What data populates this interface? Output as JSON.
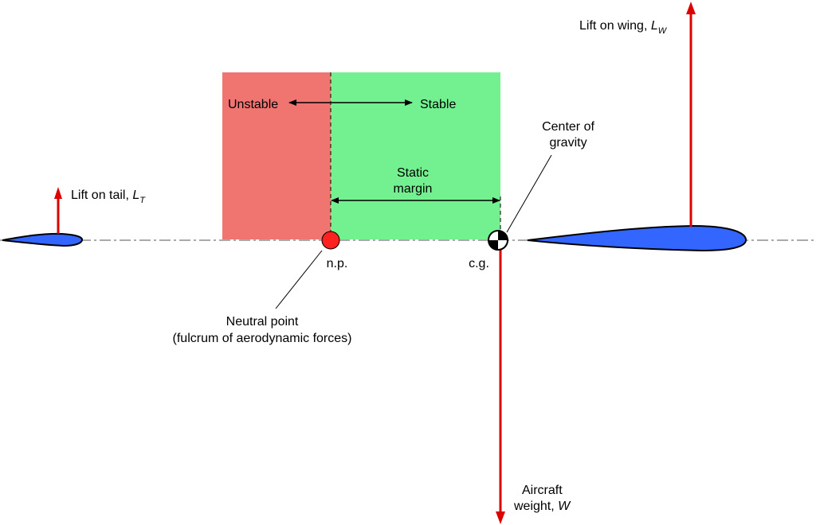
{
  "labels": {
    "lift_tail": "Lift on tail, ",
    "lift_tail_sym": "L",
    "lift_tail_sub": "T",
    "lift_wing": "Lift on wing, ",
    "lift_wing_sym": "L",
    "lift_wing_sub": "W",
    "unstable": "Unstable",
    "stable": "Stable",
    "static_margin_1": "Static",
    "static_margin_2": "margin",
    "center_of_gravity_1": "Center of",
    "center_of_gravity_2": "gravity",
    "np": "n.p.",
    "cg": "c.g.",
    "neutral_point_1": "Neutral point",
    "neutral_point_2": "(fulcrum of aerodynamic forces)",
    "weight_1": "Aircraft",
    "weight_2": "weight, ",
    "weight_sym": "W"
  },
  "colors": {
    "unstable_region": "#f07470",
    "stable_region": "#73f08f",
    "force_arrow": "#dd0000",
    "airfoil": "#3366ff",
    "neutral_point": "#ff2020"
  }
}
